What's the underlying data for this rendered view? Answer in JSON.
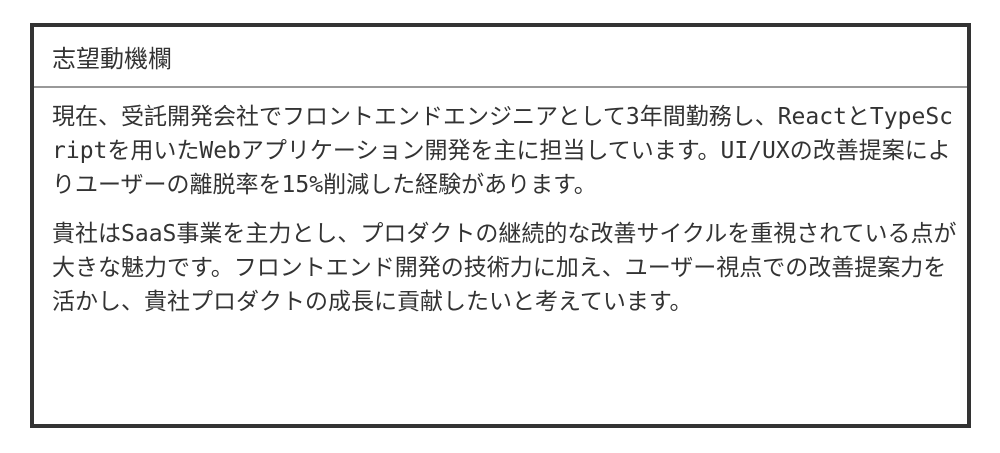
{
  "section": {
    "title": "志望動機欄",
    "paragraphs": [
      "現在、受託開発会社でフロントエンドエンジニアとして3年間勤務し、ReactとTypeScriptを用いたWebアプリケーション開発を主に担当しています。UI/UXの改善提案によりユーザーの離脱率を15%削減した経験があります。",
      "貴社はSaaS事業を主力とし、プロダクトの継続的な改善サイクルを重視されている点が大きな魅力です。フロントエンド開発の技術力に加え、ユーザー視点での改善提案力を活かし、貴社プロダクトの成長に貢献したいと考えています。"
    ]
  },
  "colors": {
    "border": "#333333",
    "divider": "#999999",
    "text": "#333333",
    "background": "#ffffff"
  }
}
